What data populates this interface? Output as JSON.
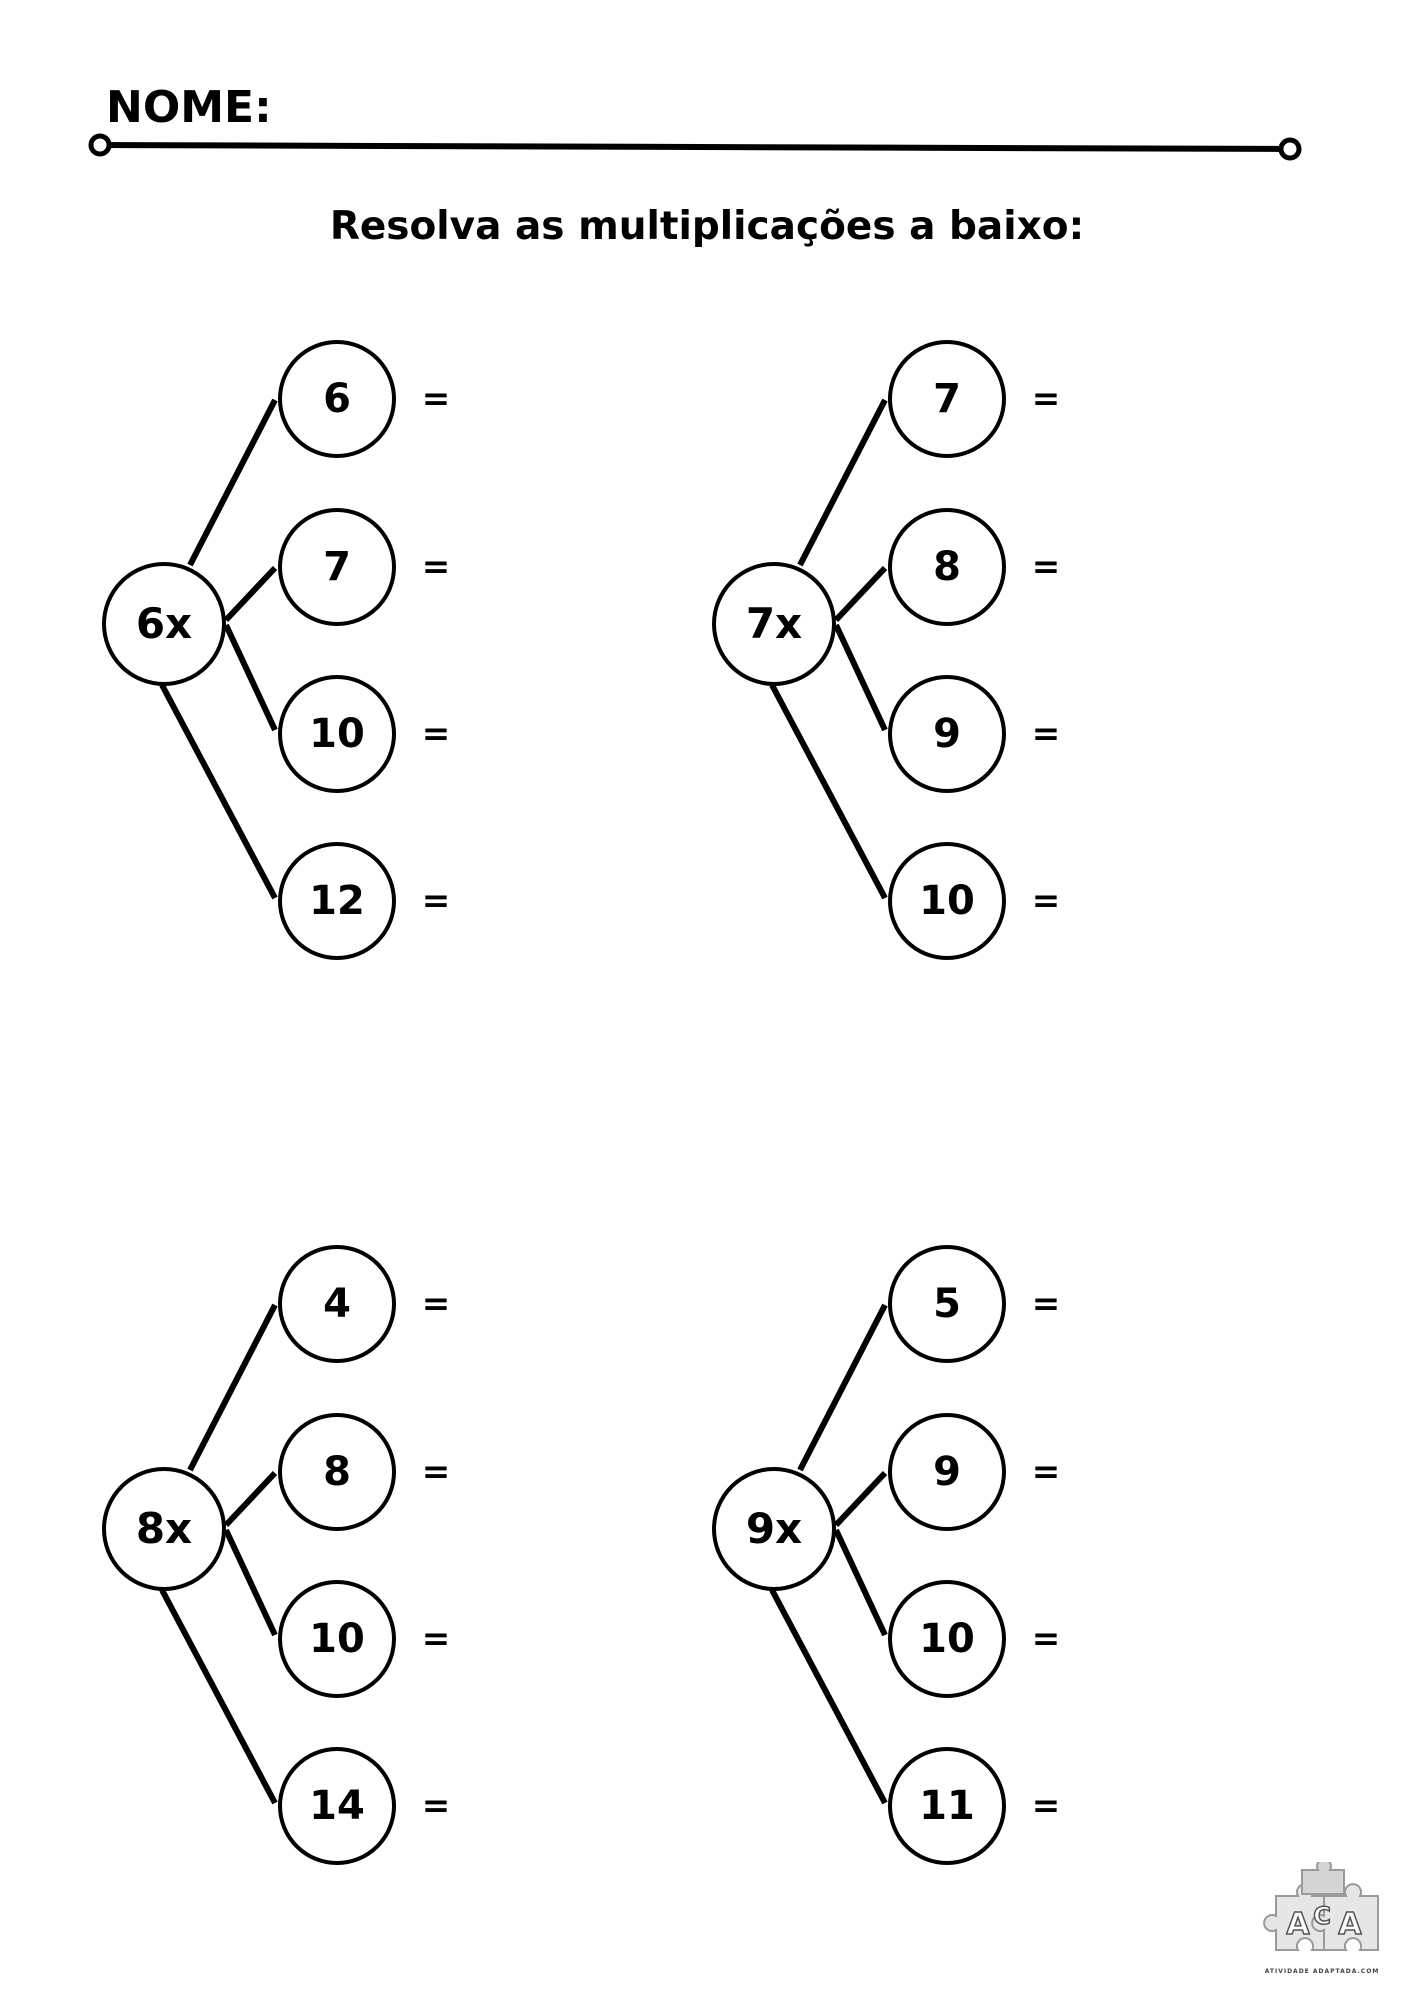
{
  "header": {
    "name_label": "NOME:",
    "instruction": "Resolva as multiplicações a baixo:"
  },
  "exercises": [
    {
      "root": "6x",
      "leaves": [
        "6",
        "7",
        "10",
        "12"
      ],
      "equals": "="
    },
    {
      "root": "7x",
      "leaves": [
        "7",
        "8",
        "9",
        "10"
      ],
      "equals": "="
    },
    {
      "root": "8x",
      "leaves": [
        "4",
        "8",
        "10",
        "14"
      ],
      "equals": "="
    },
    {
      "root": "9x",
      "leaves": [
        "5",
        "9",
        "10",
        "11"
      ],
      "equals": "="
    }
  ],
  "footer": {
    "logo_text": "ACA",
    "logo_caption": "ATIVIDADE ADAPTADA.COM"
  }
}
